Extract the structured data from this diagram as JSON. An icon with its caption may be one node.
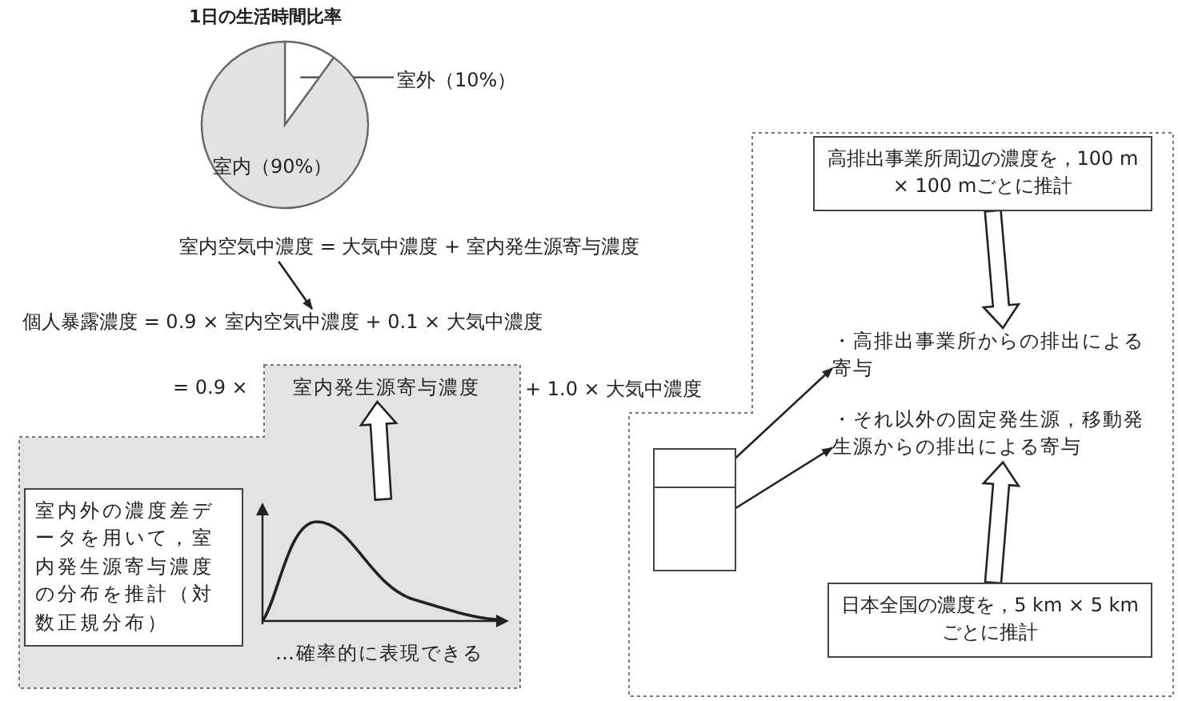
{
  "diagram": {
    "nodes": [
      {
        "text": [
          "室内空気中濃度 = 大気中濃度 + 室内発生源寄与濃度"
        ]
      },
      {
        "text": [
          "個人暴露濃度 = 0.9 × 室内空気中濃度 + 0.1 × 大気中濃度"
        ]
      },
      {
        "text": [
          "室内発生源寄与濃度"
        ]
      },
      {
        "text": [
          "室内外の濃度差データを用いて，室内発生源寄与濃度の分布を推計（対数正規分布）"
        ],
        "in": 2
      },
      {
        "text": [],
        "shape": "picture",
        "beside": [
          "…確率的に表現できる"
        ],
        "in": 2
      },
      {
        "text": [],
        "shape": "box"
      },
      {
        "text": [
          "高排出事業所周辺の濃度を，100 m × 100 mごとに推計"
        ],
        "in": 5
      },
      {
        "text": [
          "・高排出事業所からの排出による寄与"
        ],
        "in": 5
      },
      {
        "text": [
          "・それ以外の固定発生源，移動発生源からの排出による寄与"
        ],
        "in": 5
      },
      {
        "text": [
          "日本全国の濃度を，5 km × 5 kmごとに推計"
        ],
        "in": 5
      },
      {
        "text": [],
        "shape": "box",
        "in": 5
      },
      {
        "text": [],
        "shape": "box",
        "in": 5
      }
    ],
    "edges": [
      {
        "from": 0,
        "to": 1,
        "arrow": "to"
      },
      {
        "from": 4,
        "to": 2,
        "arrow": "to",
        "style": "thick"
      },
      {
        "from": 6,
        "to": 7,
        "arrow": "to",
        "style": "thick"
      },
      {
        "from": 9,
        "to": 8,
        "arrow": "to",
        "style": "thick"
      },
      {
        "from": 10,
        "to": 7,
        "arrow": "to"
      },
      {
        "from": 11,
        "to": 8,
        "arrow": "to"
      }
    ],
    "labels": [
      "= 0.9 ×",
      "+ 1.0 × 大気中濃度"
    ],
    "chart_data": {
      "type": "pie",
      "title": "1日の生活時間比率",
      "categories": [
        "室外（10%）",
        "室内（90%）"
      ],
      "values": [
        10,
        90
      ]
    }
  }
}
